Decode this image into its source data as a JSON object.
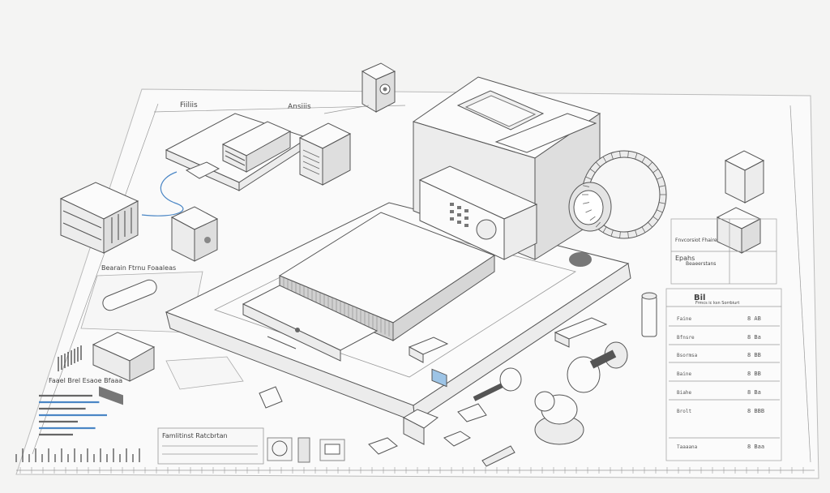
{
  "labels": {
    "sheet_top_left": "Fiiliis",
    "sheet_top_mid": "Ansiiis",
    "panel_left_heading": "Bearain Ftrnu Foaaleas",
    "panel_left_footer": "Faael Brel Esaoe Bfaaa",
    "chart_title": "Famlitinst Ratcbrtan",
    "right_table_title": "Bil",
    "right_table_subtitle": "Frmcs ic ksn Sorrbiurt",
    "right_top_label1": "Fnvcorsiot Fhaire",
    "right_top_label2": "Epahs",
    "right_top_label3": "Beaeerstans"
  },
  "right_table_rows": [
    {
      "name": "Faine",
      "value": "8 AB"
    },
    {
      "name": "Bfnsre",
      "value": "8 Ba"
    },
    {
      "name": "Bsormsa",
      "value": "8 BB"
    },
    {
      "name": "Baine",
      "value": "8 BB"
    },
    {
      "name": "Biahe",
      "value": "8 Ba"
    },
    {
      "name": "Brolt",
      "value": "8 BBB"
    },
    {
      "name": "Taaaana",
      "value": "8 Baa"
    }
  ],
  "bar_values": [
    0.55,
    0.62,
    0.48,
    0.7,
    0.4,
    0.58,
    0.35
  ]
}
